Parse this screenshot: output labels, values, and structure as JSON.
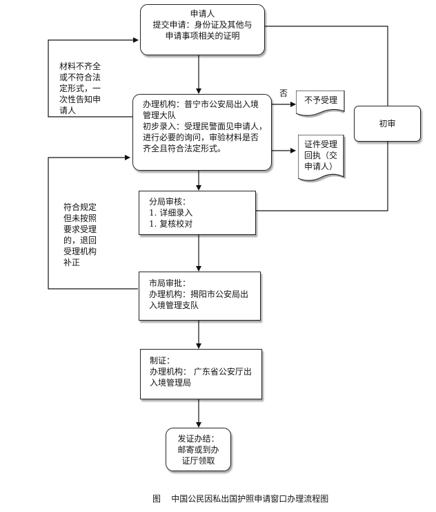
{
  "nodes": {
    "applicant": {
      "lines": [
        "申请人",
        "提交申请：身份证及其他与",
        "申请事项相关的证明"
      ]
    },
    "office": {
      "lines": [
        "办理机构：普宁市公安局出入境",
        "管理大队",
        "初步录入：受理民警面见申请人，",
        "进行必要的询问，审验材料是否",
        "齐全且符合法定形式。"
      ]
    },
    "not_accepted": {
      "lines": [
        "不予受理"
      ]
    },
    "receipt": {
      "lines": [
        "证件受理",
        "回执（交",
        "申请人）"
      ]
    },
    "initial_review": {
      "lines": [
        "初审"
      ]
    },
    "branch_review": {
      "lines": [
        "分局审核：",
        "1.    详细录入",
        "1.    复核校对"
      ]
    },
    "city_approval": {
      "lines": [
        "市局审批：",
        "办理机构：揭阳市公安局出",
        "入境管理支队"
      ]
    },
    "production": {
      "lines": [
        "制证：",
        "办理机构：  广东省公安厅出",
        "入境管理局"
      ]
    },
    "issuance": {
      "lines": [
        "发证办结：",
        "邮寄或到办",
        "证厅领取"
      ]
    }
  },
  "notes": {
    "incomplete": [
      "材料不齐全",
      "或不符合法",
      "定形式，一",
      "次性告知申",
      "请人"
    ],
    "not_per_requirements": [
      "符合规定",
      "但未按照",
      "要求受理",
      "的，退回",
      "受理机构",
      "补正"
    ],
    "no_label": "否"
  },
  "caption": "图    中国公民因私出国护照申请窗口办理流程图"
}
